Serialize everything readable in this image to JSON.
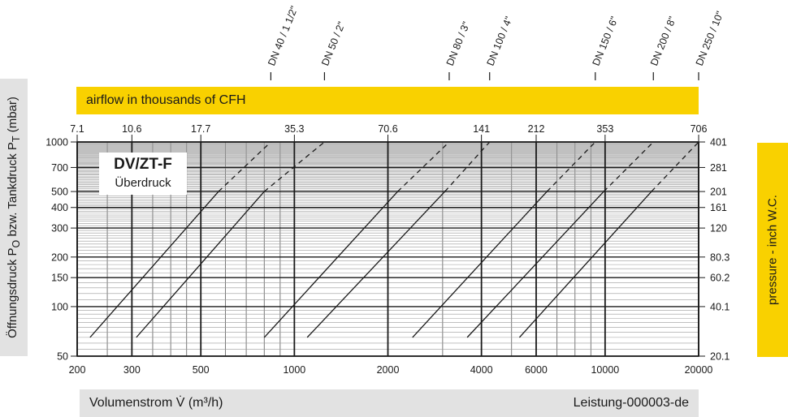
{
  "chart_data": {
    "type": "line",
    "title": "DV/ZT-F",
    "subtitle": "Überdruck",
    "xlabel": "Volumenstrom V̇ (m³/h)",
    "ylabel": "Öffnungsdruck P",
    "ylabel_sub1": "O",
    "ylabel_mid": " bzw. Tankdruck P",
    "ylabel_sub2": "T",
    "ylabel_end": " (mbar)",
    "x2label": "airflow in thousands of CFH",
    "y2label": "pressure  - inch W.C.",
    "doc_id": "Leistung-000003-de",
    "x_scale": "log",
    "y_scale": "log",
    "xlim": [
      200,
      20000
    ],
    "ylim": [
      50,
      1000
    ],
    "x_ticks": [
      "200",
      "300",
      "500",
      "1000",
      "2000",
      "4000",
      "6000",
      "10000",
      "20000"
    ],
    "x_tick_values": [
      200,
      300,
      500,
      1000,
      2000,
      4000,
      6000,
      10000,
      20000
    ],
    "y_ticks": [
      "50",
      "100",
      "150",
      "200",
      "300",
      "400",
      "500",
      "700",
      "1000"
    ],
    "y_tick_values": [
      50,
      100,
      150,
      200,
      300,
      400,
      500,
      700,
      1000
    ],
    "x2_ticks": [
      "7.1",
      "10.6",
      "17.7",
      "35.3",
      "70.6",
      "141",
      "212",
      "353",
      "706"
    ],
    "y2_ticks": [
      "20.1",
      "40.1",
      "60.2",
      "80.3",
      "120",
      "161",
      "201",
      "281",
      "401"
    ],
    "grid": true,
    "series": [
      {
        "name": "DN 40 / 1 1/2\"",
        "solid": [
          [
            220,
            65
          ],
          [
            570,
            500
          ]
        ],
        "dashed": [
          [
            570,
            500
          ],
          [
            840,
            1000
          ]
        ]
      },
      {
        "name": "DN 50 / 2\"",
        "solid": [
          [
            310,
            65
          ],
          [
            800,
            500
          ]
        ],
        "dashed": [
          [
            800,
            500
          ],
          [
            1250,
            1000
          ]
        ]
      },
      {
        "name": "DN 80 / 3\"",
        "solid": [
          [
            800,
            65
          ],
          [
            2150,
            500
          ]
        ],
        "dashed": [
          [
            2150,
            500
          ],
          [
            3150,
            1000
          ]
        ]
      },
      {
        "name": "DN 100 / 4\"",
        "solid": [
          [
            1100,
            65
          ],
          [
            3050,
            500
          ]
        ],
        "dashed": [
          [
            3050,
            500
          ],
          [
            4250,
            1000
          ]
        ]
      },
      {
        "name": "DN 150 / 6\"",
        "solid": [
          [
            2400,
            65
          ],
          [
            6500,
            500
          ]
        ],
        "dashed": [
          [
            6500,
            500
          ],
          [
            9300,
            1000
          ]
        ]
      },
      {
        "name": "DN 200 / 8\"",
        "solid": [
          [
            3600,
            65
          ],
          [
            9900,
            500
          ]
        ],
        "dashed": [
          [
            9900,
            500
          ],
          [
            14300,
            1000
          ]
        ]
      },
      {
        "name": "DN 250 / 10\"",
        "solid": [
          [
            5300,
            65
          ],
          [
            14100,
            500
          ]
        ],
        "dashed": [
          [
            14100,
            500
          ],
          [
            20000,
            1000
          ]
        ]
      }
    ],
    "colors": {
      "accent": "#f9d100",
      "panel": "#e2e2e2",
      "line": "#1a1a1a"
    }
  }
}
